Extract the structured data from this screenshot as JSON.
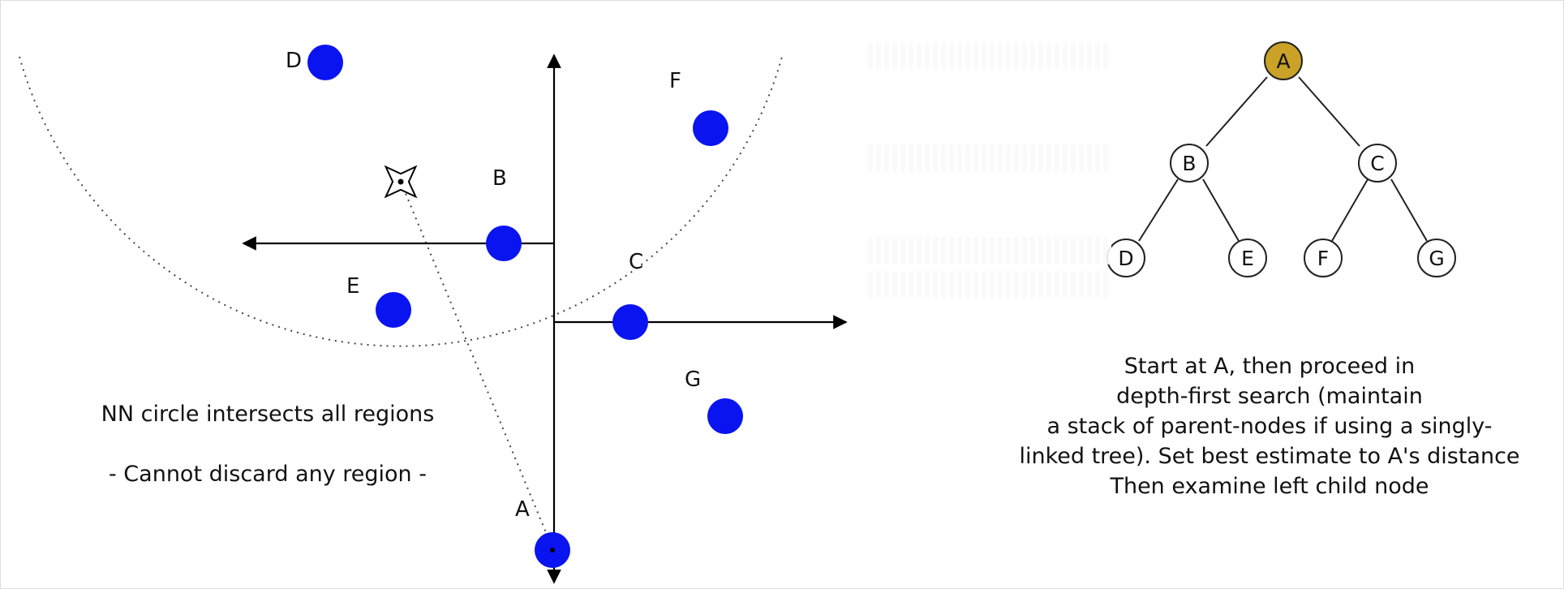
{
  "plane": {
    "points": [
      {
        "label": "D"
      },
      {
        "label": "F"
      },
      {
        "label": "B"
      },
      {
        "label": "E"
      },
      {
        "label": "C"
      },
      {
        "label": "G"
      },
      {
        "label": "A"
      }
    ],
    "point_color": "#0a14f0",
    "query_point": {
      "icon": "four-point-star-icon"
    },
    "caption_lines": [
      "NN circle intersects all regions",
      "- Cannot discard any region -"
    ]
  },
  "tree": {
    "nodes": [
      {
        "label": "A",
        "highlighted": true
      },
      {
        "label": "B",
        "highlighted": false
      },
      {
        "label": "C",
        "highlighted": false
      },
      {
        "label": "D",
        "highlighted": false
      },
      {
        "label": "E",
        "highlighted": false
      },
      {
        "label": "F",
        "highlighted": false
      },
      {
        "label": "G",
        "highlighted": false
      }
    ],
    "highlight_color": "#c9a227",
    "caption": "Start at A, then proceed in\ndepth-first search (maintain\na stack of parent-nodes if using a singly-\nlinked tree). Set best estimate to A's distance\nThen examine left child node"
  }
}
